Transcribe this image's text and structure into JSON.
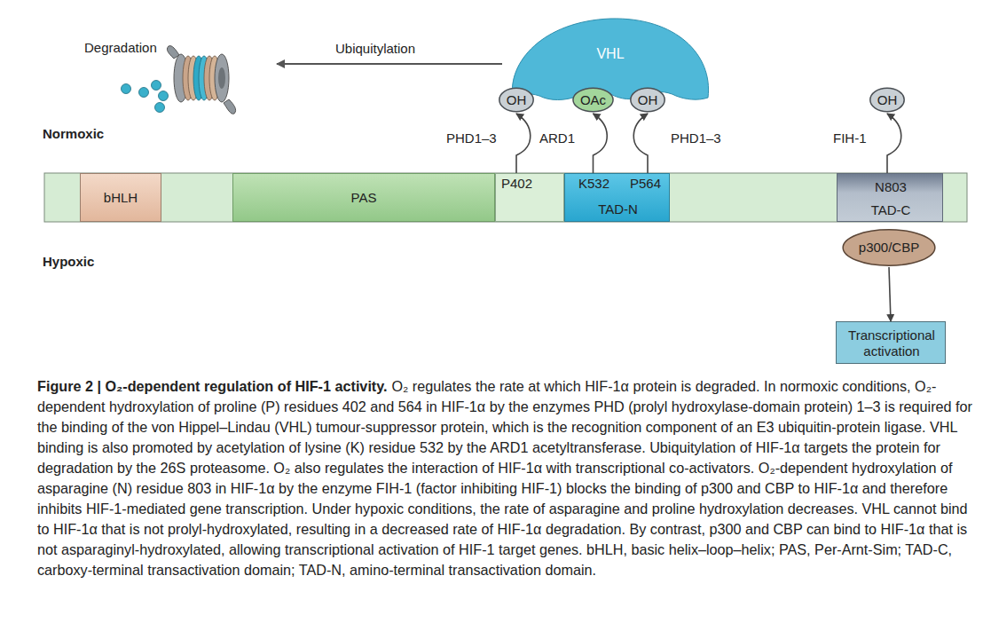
{
  "diagram": {
    "title": "Figure 2 | O₂-dependent regulation of HIF-1 activity.",
    "caption": "O₂ regulates the rate at which HIF-1α protein is degraded. In normoxic conditions, O₂-dependent hydroxylation of proline (P) residues 402 and 564 in HIF-1α by the enzymes PHD (prolyl hydroxylase-domain protein) 1–3 is required for the binding of the von Hippel–Lindau (VHL) tumour-suppressor protein, which is the recognition component of an E3 ubiquitin-protein ligase. VHL binding is also promoted by acetylation of lysine (K) residue 532 by the ARD1 acetyltransferase. Ubiquitylation of HIF-1α targets the protein for degradation by the 26S proteasome. O₂ also regulates the interaction of HIF-1α with transcriptional co-activators. O₂-dependent hydroxylation of asparagine (N) residue 803 in HIF-1α by the enzyme FIH-1 (factor inhibiting HIF-1) blocks the binding of p300 and CBP to HIF-1α and therefore inhibits HIF-1-mediated gene transcription. Under hypoxic conditions, the rate of asparagine and proline hydroxylation decreases. VHL cannot bind to HIF-1α that is not prolyl-hydroxylated, resulting in a decreased rate of HIF-1α degradation. By contrast, p300 and CBP can bind to HIF-1α that is not asparaginyl-hydroxylated, allowing transcriptional activation of HIF-1 target genes. bHLH, basic helix–loop–helix; PAS, Per-Arnt-Sim; TAD-C, carboxy-terminal transactivation domain; TAD-N, amino-terminal transactivation domain.",
    "nodes": [
      {
        "text": [
          "VHL"
        ]
      },
      {
        "text": [
          "OH"
        ]
      },
      {
        "text": [
          "OAc"
        ]
      },
      {
        "text": [
          "OH"
        ]
      },
      {
        "text": [
          "OH"
        ]
      },
      {
        "text": [
          "bHLH"
        ]
      },
      {
        "text": [
          "PAS"
        ]
      },
      {
        "text": [
          "P402"
        ]
      },
      {
        "text": [
          "K532",
          "P564",
          "TAD-N"
        ]
      },
      {
        "text": [
          "N803",
          "TAD-C"
        ]
      },
      {
        "text": [
          "p300/CBP"
        ]
      },
      {
        "text": [
          "Transcriptional activation"
        ]
      }
    ],
    "edges": [
      {
        "from": 7,
        "to": 1,
        "arrow": "to",
        "label": "PHD1–3"
      },
      {
        "from": 8,
        "to": 2,
        "arrow": "to",
        "label": "ARD1"
      },
      {
        "from": 8,
        "to": 3,
        "arrow": "to",
        "label": "PHD1–3"
      },
      {
        "from": 9,
        "to": 4,
        "arrow": "to",
        "label": "FIH-1"
      },
      {
        "from": 10,
        "to": 11,
        "arrow": "to"
      }
    ],
    "labels": [
      "Degradation",
      "Ubiquitylation",
      "Normoxic",
      "Hypoxic"
    ]
  }
}
